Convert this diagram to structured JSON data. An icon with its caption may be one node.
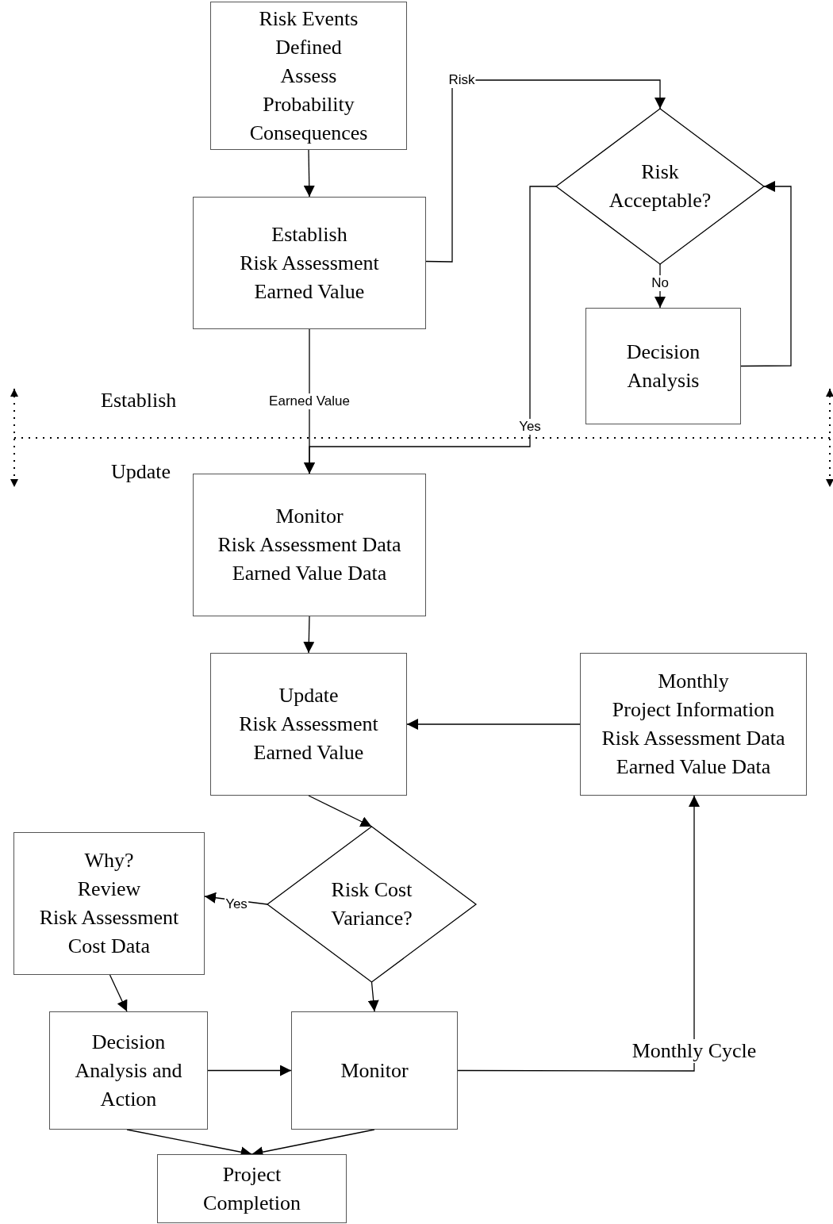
{
  "diagram": {
    "nodes": [
      {
        "text": [
          "Risk Events Defined",
          "Assess Probability Consequences"
        ]
      },
      {
        "text": [
          "Establish",
          "Risk Assessment",
          "Earned Value"
        ]
      },
      {
        "text": [
          "Risk Acceptable?"
        ]
      },
      {
        "text": [
          "Decision Analysis"
        ]
      },
      {
        "text": [
          "Monitor",
          "Risk Assessment Data",
          "Earned Value Data"
        ]
      },
      {
        "text": [
          "Update",
          "Risk Assessment",
          "Earned Value"
        ]
      },
      {
        "text": [
          "Monthly",
          "Project Information",
          "Risk Assessment Data",
          "Earned Value Data"
        ]
      },
      {
        "text": [
          "Risk Cost Variance?"
        ]
      },
      {
        "text": [
          "Why?",
          "Review",
          "Risk Assessment Cost Data"
        ]
      },
      {
        "text": [
          "Decision Analysis and Action"
        ]
      },
      {
        "text": [
          "Monitor"
        ]
      },
      {
        "text": [
          "Project Completion"
        ]
      }
    ],
    "edges": [
      {
        "from": 0,
        "to": 1,
        "arrow": "to"
      },
      {
        "from": 1,
        "to": 2,
        "arrow": "to",
        "label": "Risk"
      },
      {
        "from": 2,
        "to": 3,
        "arrow": "to",
        "label": "No"
      },
      {
        "from": 3,
        "to": 2,
        "arrow": "to"
      },
      {
        "from": 2,
        "to": 4,
        "arrow": "to",
        "label": "Yes"
      },
      {
        "from": 1,
        "to": 4,
        "arrow": "to",
        "label": "Earned Value"
      },
      {
        "from": 4,
        "to": 5,
        "arrow": "to"
      },
      {
        "from": 6,
        "to": 5,
        "arrow": "to"
      },
      {
        "from": 5,
        "to": 7,
        "arrow": "to"
      },
      {
        "from": 7,
        "to": 8,
        "arrow": "to",
        "label": "Yes"
      },
      {
        "from": 8,
        "to": 9,
        "arrow": "to"
      },
      {
        "from": 7,
        "to": 10,
        "arrow": "to"
      },
      {
        "from": 9,
        "to": 10,
        "arrow": "to"
      },
      {
        "from": 10,
        "to": 6,
        "arrow": "to",
        "label": "Monthly Cycle"
      },
      {
        "from": 9,
        "to": 11,
        "arrow": "to"
      },
      {
        "from": 10,
        "to": 11,
        "arrow": "to"
      }
    ],
    "labels": [
      "Establish",
      "Update"
    ]
  }
}
